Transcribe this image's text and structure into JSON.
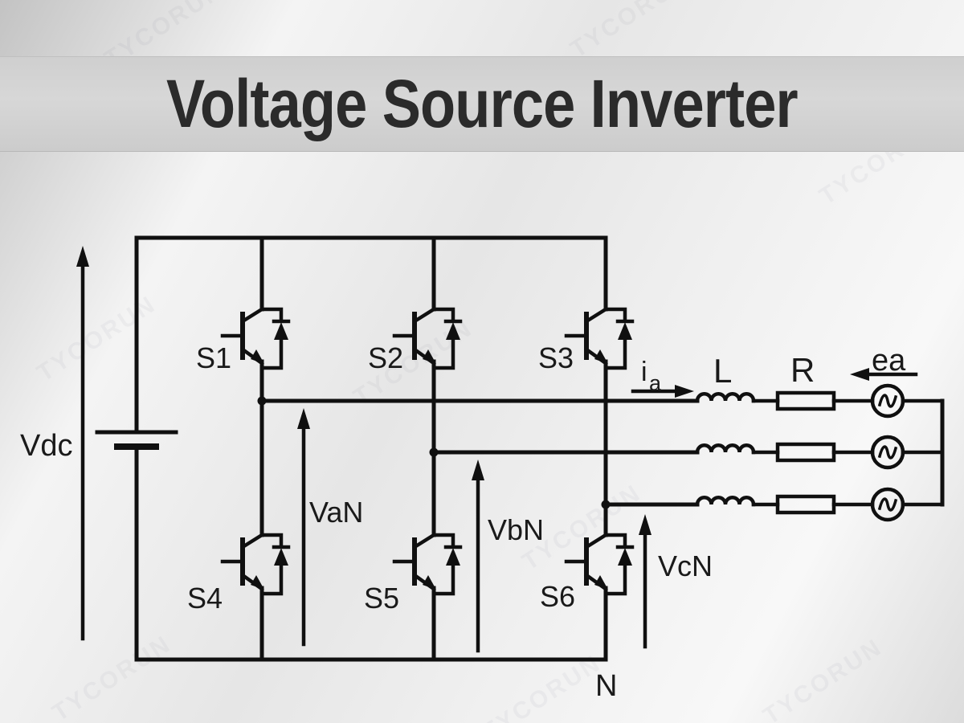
{
  "title": "Voltage Source Inverter",
  "watermark": "TYCORUN",
  "colors": {
    "line": "#101010",
    "label": "#1a1a1a",
    "title": "#2b2b2b",
    "banner": "#d3d3d3"
  },
  "labels": {
    "vdc": "Vdc",
    "s1": "S1",
    "s2": "S2",
    "s3": "S3",
    "s4": "S4",
    "s5": "S5",
    "s6": "S6",
    "van": "VaN",
    "vbn": "VbN",
    "vcn": "VcN",
    "n": "N",
    "ia_main": "i",
    "ia_sub": "a",
    "l": "L",
    "r": "R",
    "ea": "ea"
  },
  "components": {
    "dc_source": "battery Vdc between top and bottom DC rails",
    "switches": [
      "S1",
      "S2",
      "S3",
      "S4",
      "S5",
      "S6"
    ],
    "phase_legs": 3,
    "per_phase_load": [
      "inductor L",
      "resistor R",
      "ac source ea"
    ],
    "neutral_node": "N"
  }
}
